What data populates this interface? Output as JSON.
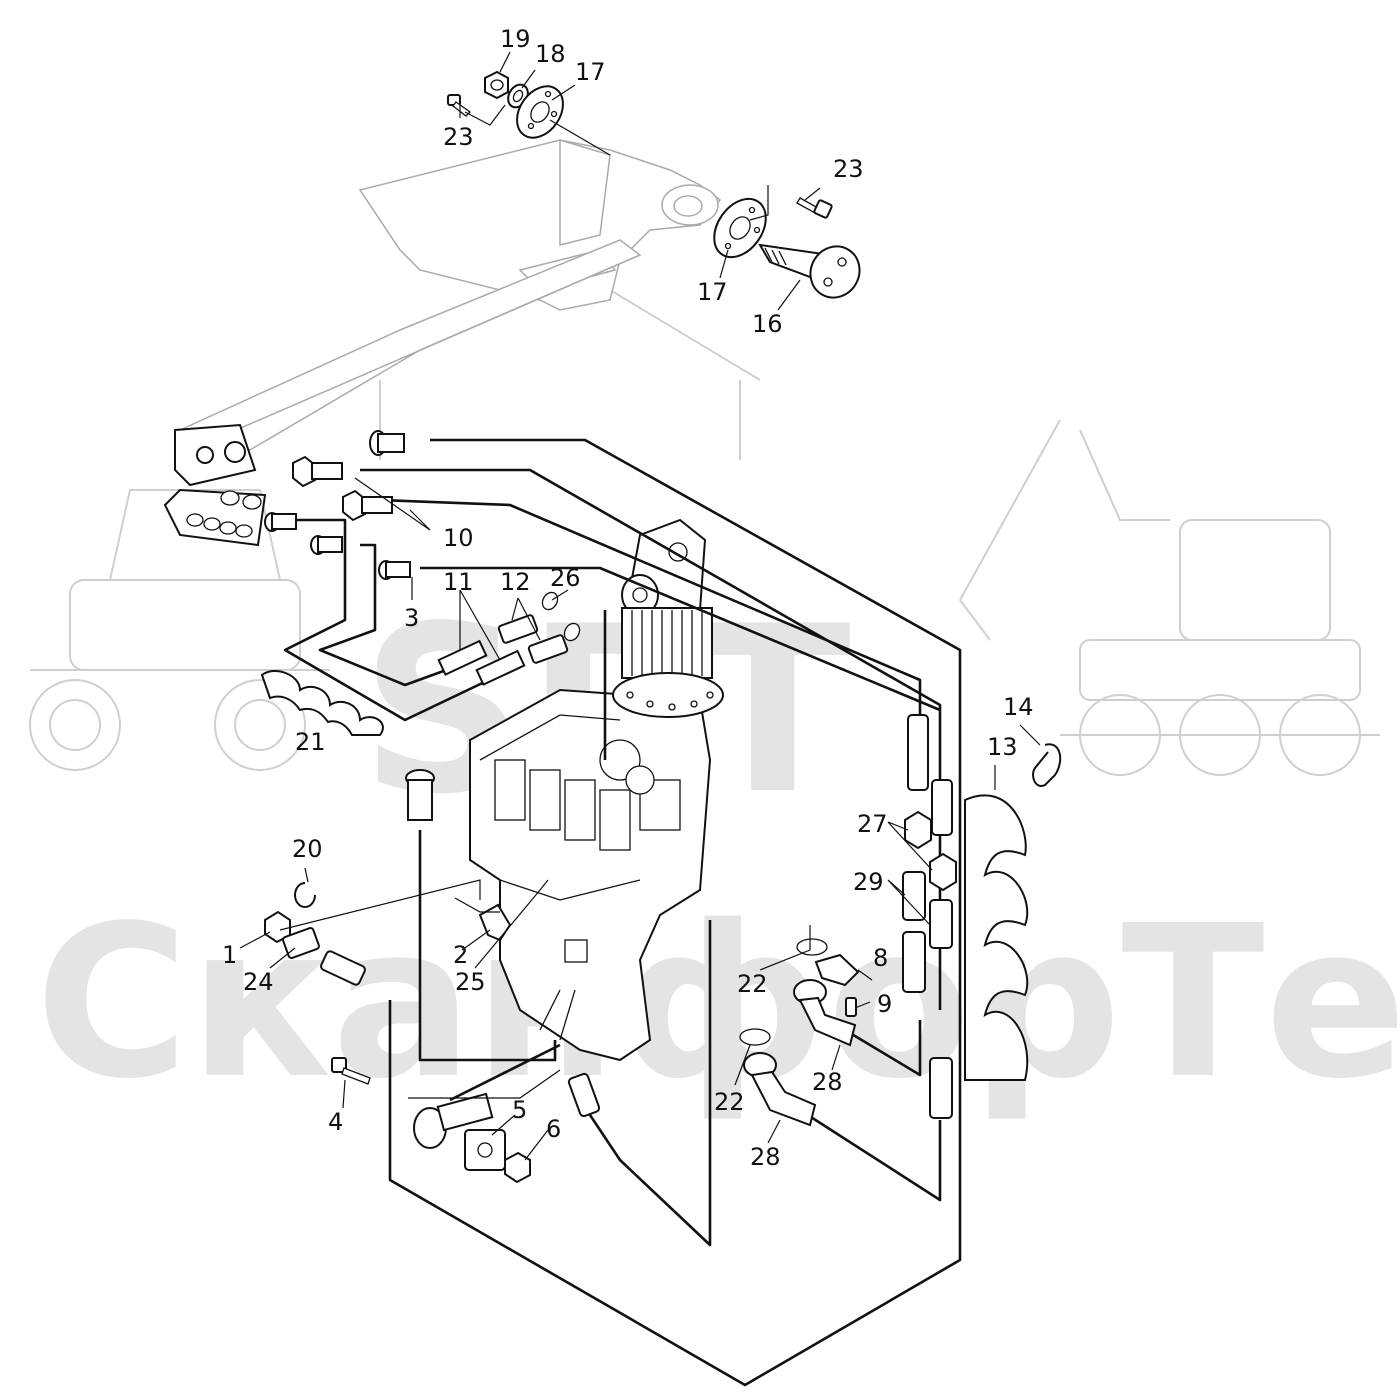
{
  "watermark": {
    "logo_text": "SPT",
    "brand_text": "СканфорТек"
  },
  "callouts": {
    "c1": "1",
    "c2": "2",
    "c3": "3",
    "c4": "4",
    "c5": "5",
    "c6": "6",
    "c8": "8",
    "c9": "9",
    "c10": "10",
    "c11": "11",
    "c12": "12",
    "c13": "13",
    "c14": "14",
    "c16": "16",
    "c17a": "17",
    "c17b": "17",
    "c18": "18",
    "c19": "19",
    "c20": "20",
    "c21": "21",
    "c22a": "22",
    "c22b": "22",
    "c23a": "23",
    "c23b": "23",
    "c24": "24",
    "c25": "25",
    "c26": "26",
    "c27": "27",
    "c28a": "28",
    "c28b": "28",
    "c29": "29"
  },
  "colors": {
    "line": "#111111",
    "watermark": "#e4e4e4",
    "background": "#ffffff"
  }
}
